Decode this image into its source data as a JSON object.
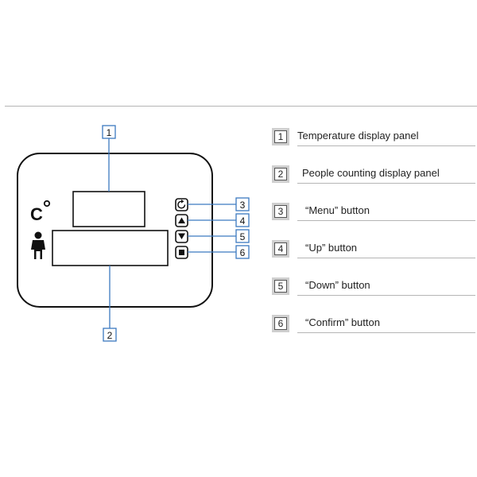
{
  "device": {
    "temp_symbol": "C",
    "callouts": [
      "1",
      "2",
      "3",
      "4",
      "5",
      "6"
    ]
  },
  "legend": {
    "items": [
      {
        "num": "1",
        "label": "Temperature display panel"
      },
      {
        "num": "2",
        "label": "People counting display panel"
      },
      {
        "num": "3",
        "label": "“Menu” button"
      },
      {
        "num": "4",
        "label": "“Up” button"
      },
      {
        "num": "5",
        "label": "“Down” button"
      },
      {
        "num": "6",
        "label": "“Confirm” button"
      }
    ]
  },
  "colors": {
    "callout_blue": "#3c7ac0",
    "outline": "#111111",
    "rule_gray": "#b5b5b5"
  }
}
